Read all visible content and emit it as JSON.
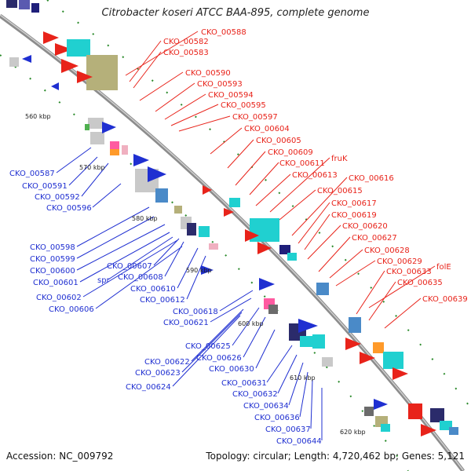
{
  "title": "Citrobacter koseri ATCC BAA-895, complete genome",
  "accession": "Accession: NC_009792",
  "summary": "Topology: circular; Length: 4,720,462 bp; Genes: 5,121",
  "colors": {
    "red": "#e8231a",
    "blue": "#1f2fd1",
    "backbone": "#8c8c8c",
    "tick": "#2a8a2a"
  },
  "scale_ticks": [
    "560 kbp",
    "570 kbp",
    "580 kbp",
    "590 kbp",
    "600 kbp",
    "610 kbp",
    "620 kbp"
  ],
  "red_labels": [
    "CKO_00588",
    "CKO_00582",
    "CKO_00583",
    "CKO_00590",
    "CKO_00593",
    "CKO_00594",
    "CKO_00595",
    "CKO_00597",
    "CKO_00604",
    "CKO_00605",
    "CKO_00609",
    "fruK",
    "CKO_00611",
    "CKO_00613",
    "CKO_00616",
    "CKO_00615",
    "CKO_00617",
    "CKO_00619",
    "CKO_00620",
    "CKO_00627",
    "CKO_00628",
    "CKO_00629",
    "folE",
    "CKO_00633",
    "CKO_00635",
    "CKO_00639"
  ],
  "blue_labels": [
    "CKO_00587",
    "CKO_00591",
    "CKO_00592",
    "CKO_00596",
    "CKO_00598",
    "CKO_00599",
    "CKO_00600",
    "CKO_00601",
    "CKO_00607",
    "spr",
    "CKO_00608",
    "CKO_00602",
    "CKO_00610",
    "CKO_00606",
    "CKO_00612",
    "CKO_00618",
    "CKO_00621",
    "CKO_00625",
    "CKO_00626",
    "CKO_00622",
    "CKO_00630",
    "CKO_00623",
    "CKO_00624",
    "CKO_00631",
    "CKO_00632",
    "CKO_00634",
    "CKO_00636",
    "CKO_00637",
    "CKO_00644"
  ]
}
